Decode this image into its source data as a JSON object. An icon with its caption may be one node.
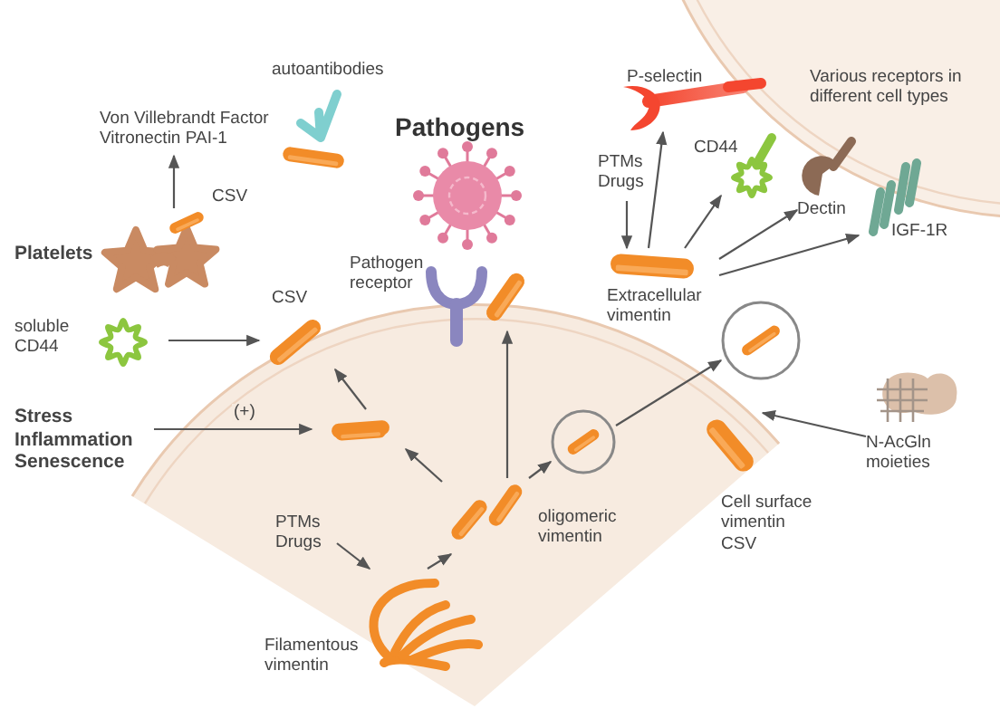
{
  "diagram": {
    "nodes": [
      {
        "text": [
          "Von Villebrandt Factor Vitronectin PAI-1"
        ]
      },
      {
        "text": [
          "Platelets"
        ],
        "beside": [
          "CSV"
        ]
      },
      {
        "text": [
          "soluble CD44"
        ]
      },
      {
        "text": [
          "CSV"
        ]
      },
      {
        "text": [
          "Stress Inflammation Senescence"
        ]
      },
      {
        "text": [],
        "shape": "picture"
      },
      {
        "text": [
          "PTMs Drugs"
        ]
      },
      {
        "text": [
          "Filamentous vimentin"
        ]
      },
      {
        "text": [
          "oligomeric vimentin"
        ]
      },
      {
        "text": [],
        "shape": "picture"
      },
      {
        "text": [],
        "shape": "circle"
      },
      {
        "text": [],
        "shape": "circle"
      },
      {
        "text": [
          "Cell surface vimentin CSV"
        ]
      },
      {
        "text": [
          "N-AcGln moieties"
        ]
      },
      {
        "text": [
          "PTMs Drugs"
        ]
      },
      {
        "text": [
          "Extracellular vimentin"
        ]
      },
      {
        "text": [
          "P-selectin"
        ]
      },
      {
        "text": [
          "CD44"
        ]
      },
      {
        "text": [
          "Dectin"
        ]
      },
      {
        "text": [
          "IGF-1R"
        ]
      }
    ],
    "edges": [
      {
        "from": 1,
        "to": 0,
        "arrow": "to"
      },
      {
        "from": 2,
        "to": 3,
        "arrow": "to"
      },
      {
        "from": 4,
        "to": 5,
        "arrow": "to",
        "label": "(+)"
      },
      {
        "from": 5,
        "to": 3,
        "arrow": "to"
      },
      {
        "from": 8,
        "to": 5,
        "arrow": "to"
      },
      {
        "from": 6,
        "to": 7,
        "arrow": "to"
      },
      {
        "from": 7,
        "to": 8,
        "arrow": "to"
      },
      {
        "from": 8,
        "to": 9,
        "arrow": "to"
      },
      {
        "from": 8,
        "to": 10,
        "arrow": "to"
      },
      {
        "from": 10,
        "to": 11,
        "arrow": "to"
      },
      {
        "from": 13,
        "to": 12,
        "arrow": "to"
      },
      {
        "from": 14,
        "to": 15,
        "arrow": "to"
      },
      {
        "from": 15,
        "to": 16,
        "arrow": "to"
      },
      {
        "from": 15,
        "to": 17,
        "arrow": "to"
      },
      {
        "from": 15,
        "to": 18,
        "arrow": "to"
      },
      {
        "from": 15,
        "to": 19,
        "arrow": "to"
      }
    ],
    "labels": [
      "autoantibodies",
      "Pathogens",
      "Pathogen receptor",
      "Various receptors in different cell types"
    ]
  }
}
